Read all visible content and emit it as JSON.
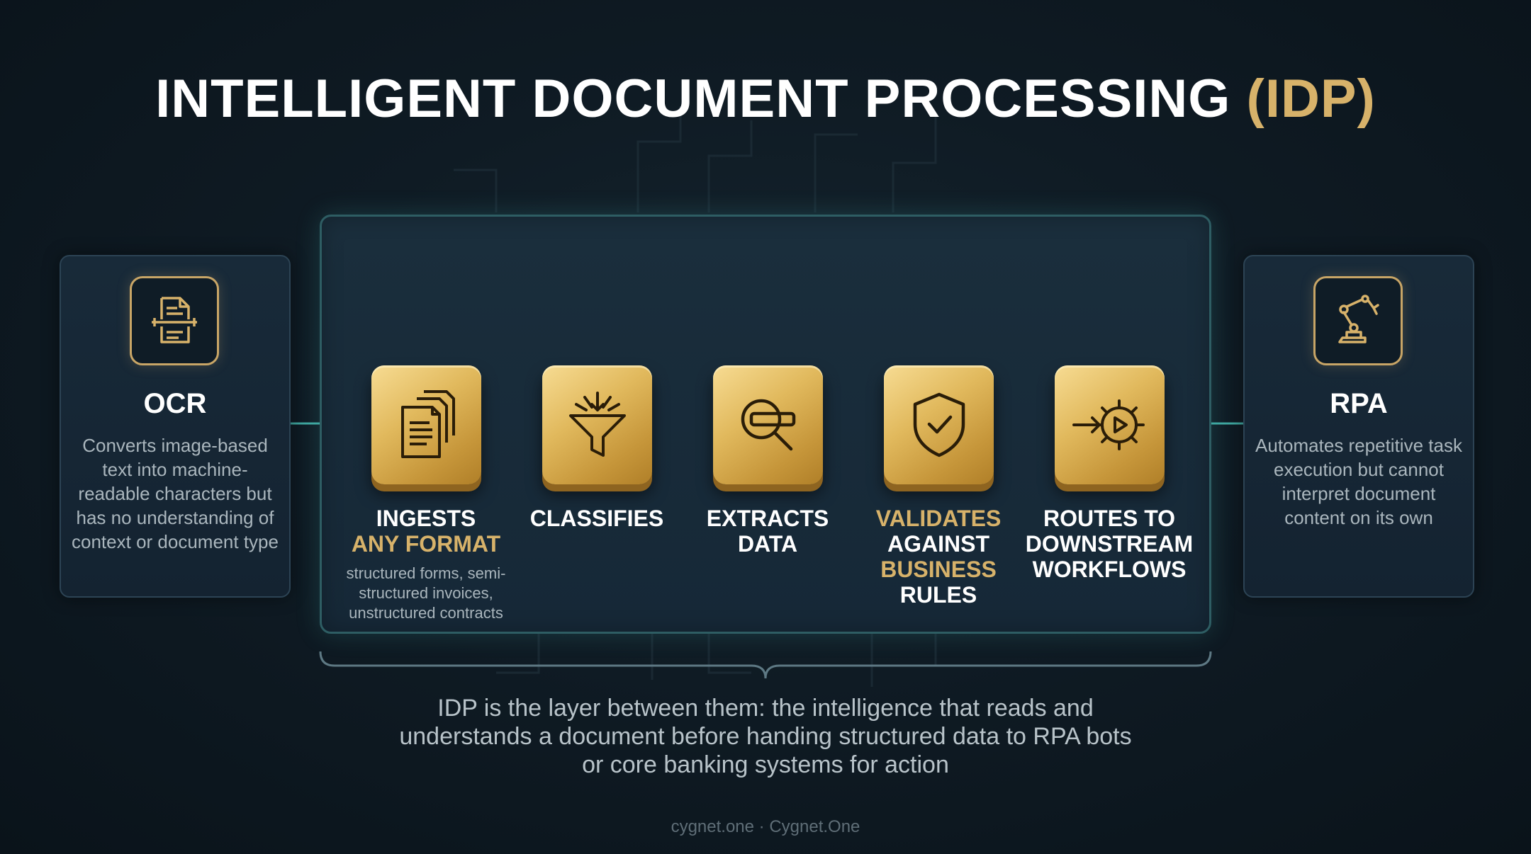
{
  "title": {
    "main": "INTELLIGENT DOCUMENT PROCESSING",
    "accent": "(IDP)"
  },
  "left_card": {
    "icon": "document-scanner-icon",
    "title": "OCR",
    "description": "Converts image-based text into machine-readable characters but has no understanding of context or document type"
  },
  "right_card": {
    "icon": "robot-arm-icon",
    "title": "RPA",
    "description": "Automates repetitive task execution but cannot interpret document content on its own"
  },
  "steps": [
    {
      "icon": "documents-stack-icon",
      "line1": "INGESTS",
      "line2": "ANY FORMAT",
      "sub": "structured forms, semi-structured invoices, unstructured contracts"
    },
    {
      "icon": "funnel-icon",
      "line1": "CLASSIFIES"
    },
    {
      "icon": "magnifier-icon",
      "line1": "EXTRACTS",
      "line2": "DATA"
    },
    {
      "icon": "shield-check-icon",
      "line1": "VALIDATES",
      "line2": "AGAINST",
      "line3": "BUSINESS",
      "line4": "RULES"
    },
    {
      "icon": "gear-arrow-icon",
      "line1": "ROUTES TO",
      "line2": "DOWNSTREAM",
      "line3": "WORKFLOWS"
    }
  ],
  "caption": "IDP is the layer between them: the intelligence that reads and understands a document before handing structured data to RPA bots or core banking systems for action",
  "footer": "cygnet.one · Cygnet.One",
  "colors": {
    "gold": "#d7b26a",
    "teal_line": "#3fa7a0",
    "background": "#0f1b24"
  }
}
